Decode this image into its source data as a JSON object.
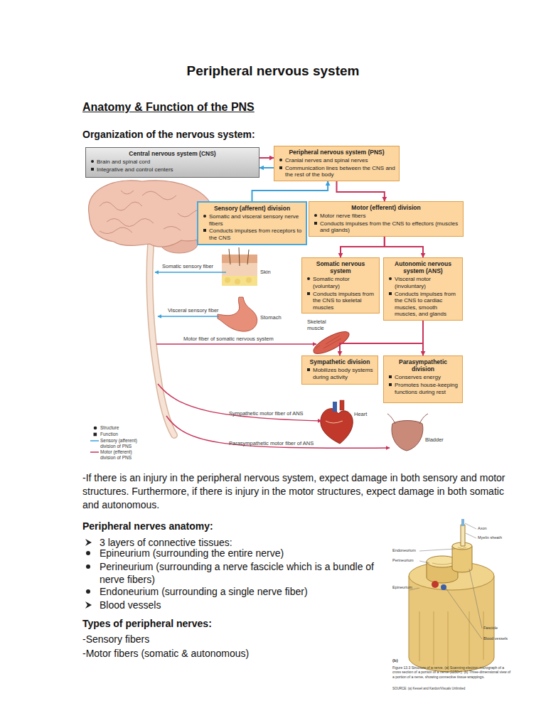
{
  "diagram": {
    "title": "Peripheral nervous system",
    "nodes": [
      {
        "text": [
          "Central nervous system (CNS)",
          "Brain and spinal cord",
          "Integrative and control centers"
        ]
      },
      {
        "text": [
          "Peripheral nervous system (PNS)",
          "Cranial nerves and spinal nerves",
          "Communication lines between the CNS and the rest of the body"
        ]
      },
      {
        "text": [
          "Sensory (afferent) division",
          "Somatic and visceral sensory nerve fibers",
          "Conducts impulses from receptors to the CNS"
        ]
      },
      {
        "text": [
          "Motor (efferent) division",
          "Motor nerve fibers",
          "Conducts impulses from the CNS to effectors (muscles and glands)"
        ]
      },
      {
        "text": [
          "Somatic nervous system",
          "Somatic motor (voluntary)",
          "Conducts impulses from the CNS to skeletal muscles"
        ]
      },
      {
        "text": [
          "Autonomic nervous system (ANS)",
          "Visceral motor (involuntary)",
          "Conducts impulses from the CNS to cardiac muscles, smooth muscles, and glands"
        ]
      },
      {
        "text": [
          "Sympathetic division",
          "Mobilizes body systems during activity"
        ]
      },
      {
        "text": [
          "Parasympathetic division",
          "Conserves energy",
          "Promotes house-keeping functions during rest"
        ]
      }
    ],
    "edges": [
      {
        "from": 0,
        "to": 1,
        "arrow": "to"
      },
      {
        "from": 1,
        "to": 0,
        "arrow": "to"
      },
      {
        "from": 2,
        "to": 1,
        "arrow": "to"
      },
      {
        "from": 1,
        "to": 3,
        "arrow": "to"
      },
      {
        "from": 3,
        "to": 4,
        "arrow": "to"
      },
      {
        "from": 3,
        "to": 5,
        "arrow": "to"
      },
      {
        "from": 5,
        "to": 6,
        "arrow": "to"
      },
      {
        "from": 5,
        "to": 7,
        "arrow": "to"
      }
    ],
    "labels": [
      "Anatomy & Function of the PNS",
      "Organization of the nervous system:",
      "Somatic sensory fiber",
      "Skin",
      "Visceral sensory fiber",
      "Stomach",
      "Skeletal muscle",
      "Motor fiber of somatic nervous system",
      "Sympathetic motor fiber of ANS",
      "Heart",
      "Parasympathetic motor fiber of ANS",
      "Bladder",
      "-If there is an injury in the peripheral nervous system, expect damage in both sensory and motor structures. Furthermore, if there is injury in the motor structures, expect damage in both somatic and autonomous.",
      "Peripheral nerves anatomy:",
      "3 layers of connective tissues:",
      "Epineurium (surrounding the entire nerve)",
      "Perineurium (surrounding a nerve fascicle which is a bundle of nerve fibers)",
      "Endoneurium (surrounding a single nerve fiber)",
      "Blood vessels",
      "Types of peripheral nerves:",
      "-Sensory fibers",
      "-Motor fibers (somatic & autonomous)",
      "Axon",
      "Myelin sheath",
      "Endoneurium",
      "Perineurium",
      "Epineurium",
      "Fascicle",
      "Blood vessels",
      "(b)",
      "Figure 13.3 Structure of a nerve. (a) Scanning electron micrograph of a cross section of a portion of a nerve (1150×). (b) Three-dimensional view of a portion of a nerve, showing connective tissue wrappings.",
      "SOURCE: (a) Kessel and Kardon/Visuals Unlimited"
    ],
    "legend": [
      {
        "text": "Structure"
      },
      {
        "text": "Function"
      },
      {
        "text": "Sensory (afferent) division of PNS"
      },
      {
        "text": "Motor (efferent) division of PNS"
      }
    ]
  }
}
